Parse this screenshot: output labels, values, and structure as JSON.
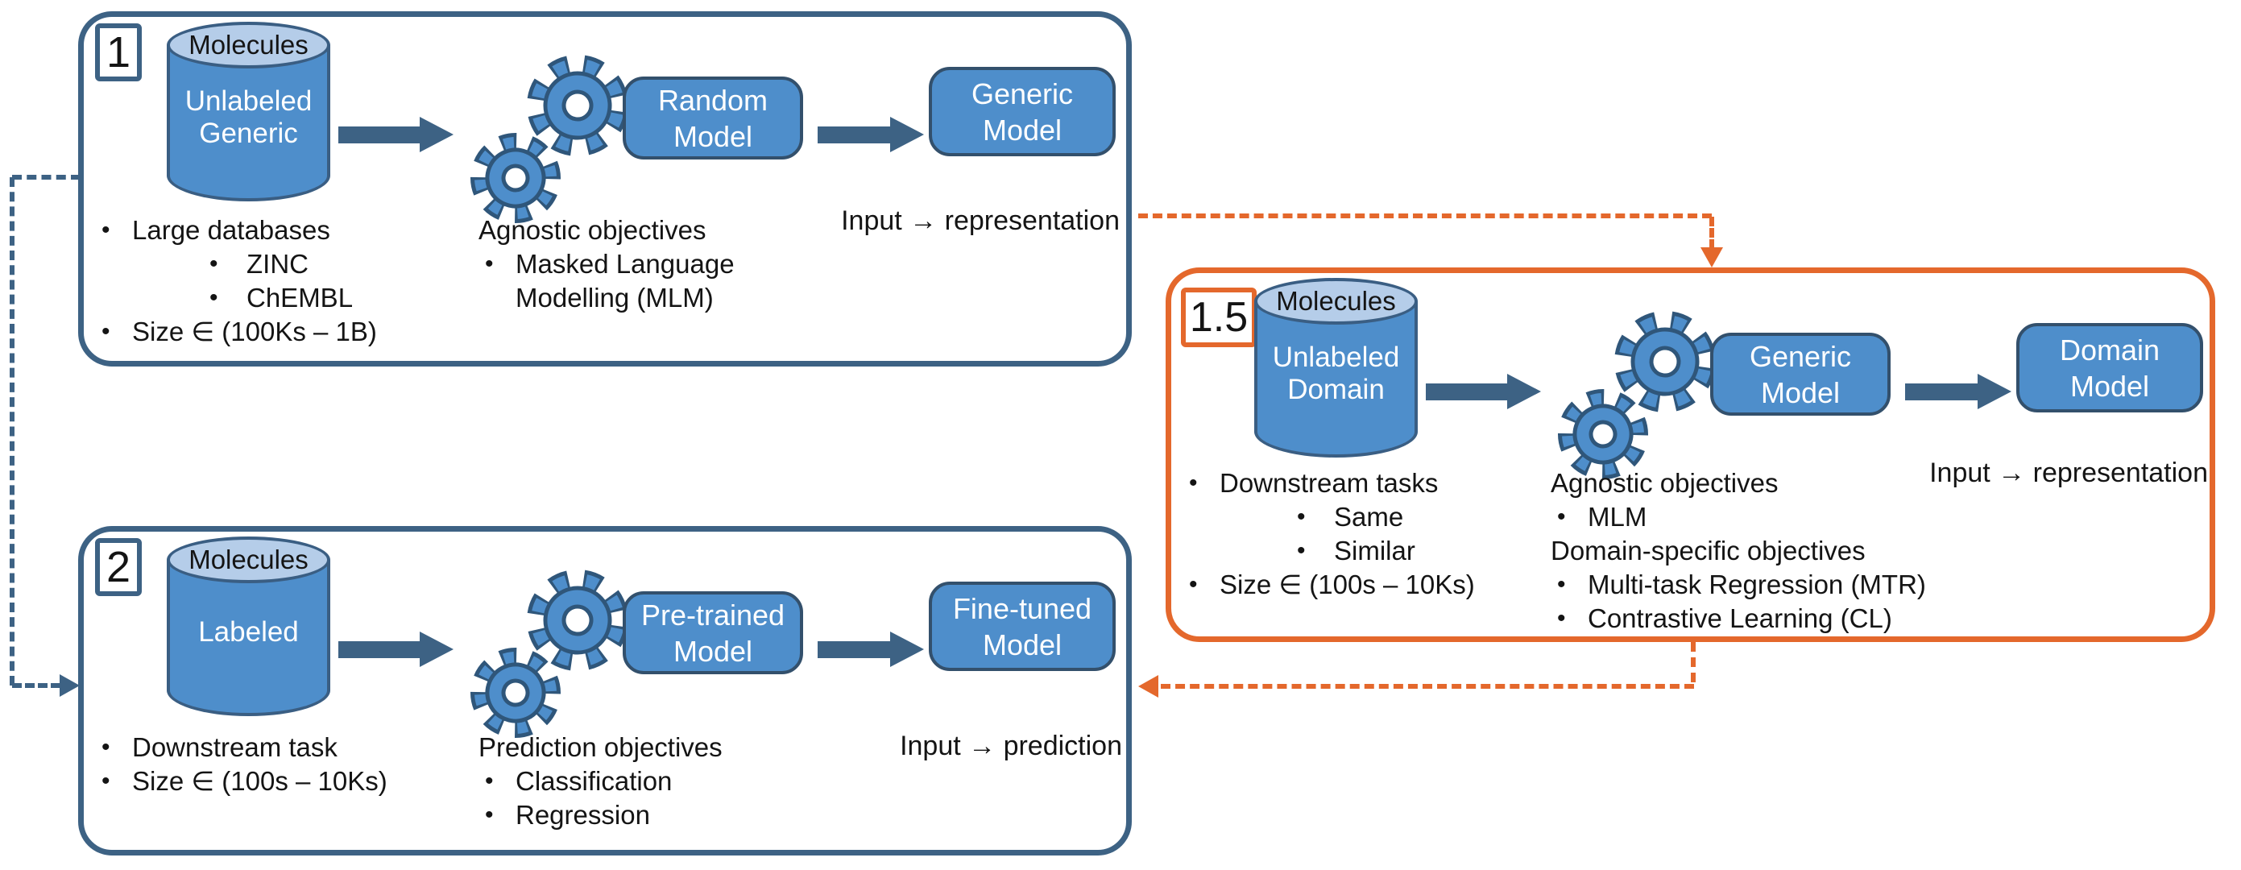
{
  "colors": {
    "steel_blue": "#3D6284",
    "orange": "#E4682C",
    "shape_blue": "#4E8ECB",
    "shape_light_blue": "#B5CDE9",
    "shape_outline": "#2F567A",
    "button_outline": "#33506C",
    "text": "#141414"
  },
  "stages": [
    {
      "number": "1",
      "database": {
        "title": "Molecules",
        "label": "Unlabeled\nGeneric"
      },
      "input_model": "Random\nModel",
      "output_model": "Generic\nModel",
      "data_notes": [
        {
          "level": 1,
          "text": "Large databases"
        },
        {
          "level": 2,
          "text": "ZINC"
        },
        {
          "level": 2,
          "text": "ChEMBL"
        },
        {
          "level": 1,
          "text": "Size ∈ (100Ks – 1B)"
        }
      ],
      "objective_notes": [
        {
          "level": 0,
          "text": "Agnostic objectives"
        },
        {
          "level": 1,
          "text": "Masked Language\nModelling (MLM)"
        }
      ],
      "io_text": "Input → representation"
    },
    {
      "number": "1.5",
      "database": {
        "title": "Molecules",
        "label": "Unlabeled\nDomain"
      },
      "input_model": "Generic\nModel",
      "output_model": "Domain\nModel",
      "data_notes": [
        {
          "level": 1,
          "text": "Downstream tasks"
        },
        {
          "level": 2,
          "text": "Same"
        },
        {
          "level": 2,
          "text": "Similar"
        },
        {
          "level": 1,
          "text": "Size ∈ (100s – 10Ks)"
        }
      ],
      "objective_notes": [
        {
          "level": 0,
          "text": "Agnostic objectives"
        },
        {
          "level": 1,
          "text": "MLM"
        },
        {
          "level": 0,
          "text": "Domain-specific objectives"
        },
        {
          "level": 1,
          "text": "Multi-task Regression (MTR)"
        },
        {
          "level": 1,
          "text": "Contrastive Learning (CL)"
        }
      ],
      "io_text": "Input → representation"
    },
    {
      "number": "2",
      "database": {
        "title": "Molecules",
        "label": "Labeled"
      },
      "input_model": "Pre-trained\nModel",
      "output_model": "Fine-tuned\nModel",
      "data_notes": [
        {
          "level": 1,
          "text": "Downstream task"
        },
        {
          "level": 1,
          "text": "Size ∈ (100s – 10Ks)"
        }
      ],
      "objective_notes": [
        {
          "level": 0,
          "text": "Prediction objectives"
        },
        {
          "level": 1,
          "text": "Classification"
        },
        {
          "level": 1,
          "text": "Regression"
        }
      ],
      "io_text": "Input → prediction"
    }
  ]
}
